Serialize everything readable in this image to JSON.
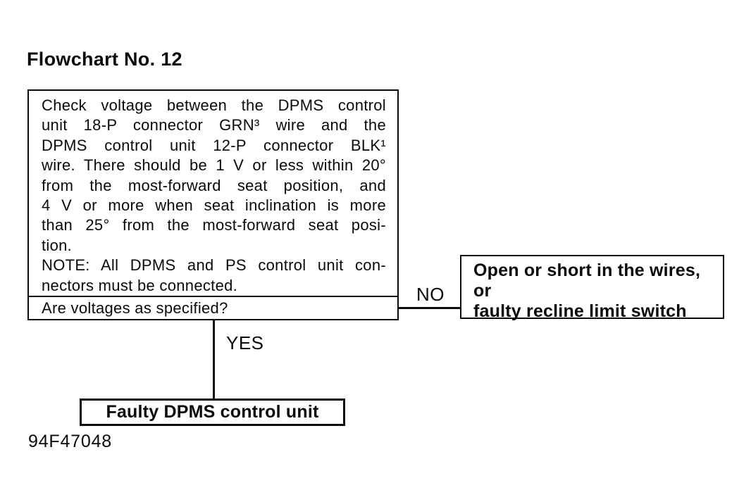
{
  "page": {
    "title": "Flowchart No. 12",
    "figure_code": "94F47048"
  },
  "colors": {
    "ink": "#0a0a0a",
    "background": "#ffffff"
  },
  "flowchart": {
    "check_box": {
      "lines": [
        "Check voltage between the DPMS control",
        "unit 18-P connector GRN³ wire and the",
        "DPMS control unit 12-P connector BLK¹",
        "wire. There should be 1 V or less within 20°",
        "from the most-forward seat position, and",
        "4 V or more when seat inclination is more",
        "than 25° from the most-forward seat posi-",
        "tion.",
        "NOTE: All DPMS and PS control unit con-",
        "nectors must be connected."
      ]
    },
    "question_box": {
      "text": "Are voltages as specified?"
    },
    "no_branch": {
      "label": "NO",
      "result_lines": [
        "Open or short in the wires, or",
        "faulty recline limit switch"
      ]
    },
    "yes_branch": {
      "label": "YES",
      "result": "Faulty DPMS control unit"
    }
  }
}
